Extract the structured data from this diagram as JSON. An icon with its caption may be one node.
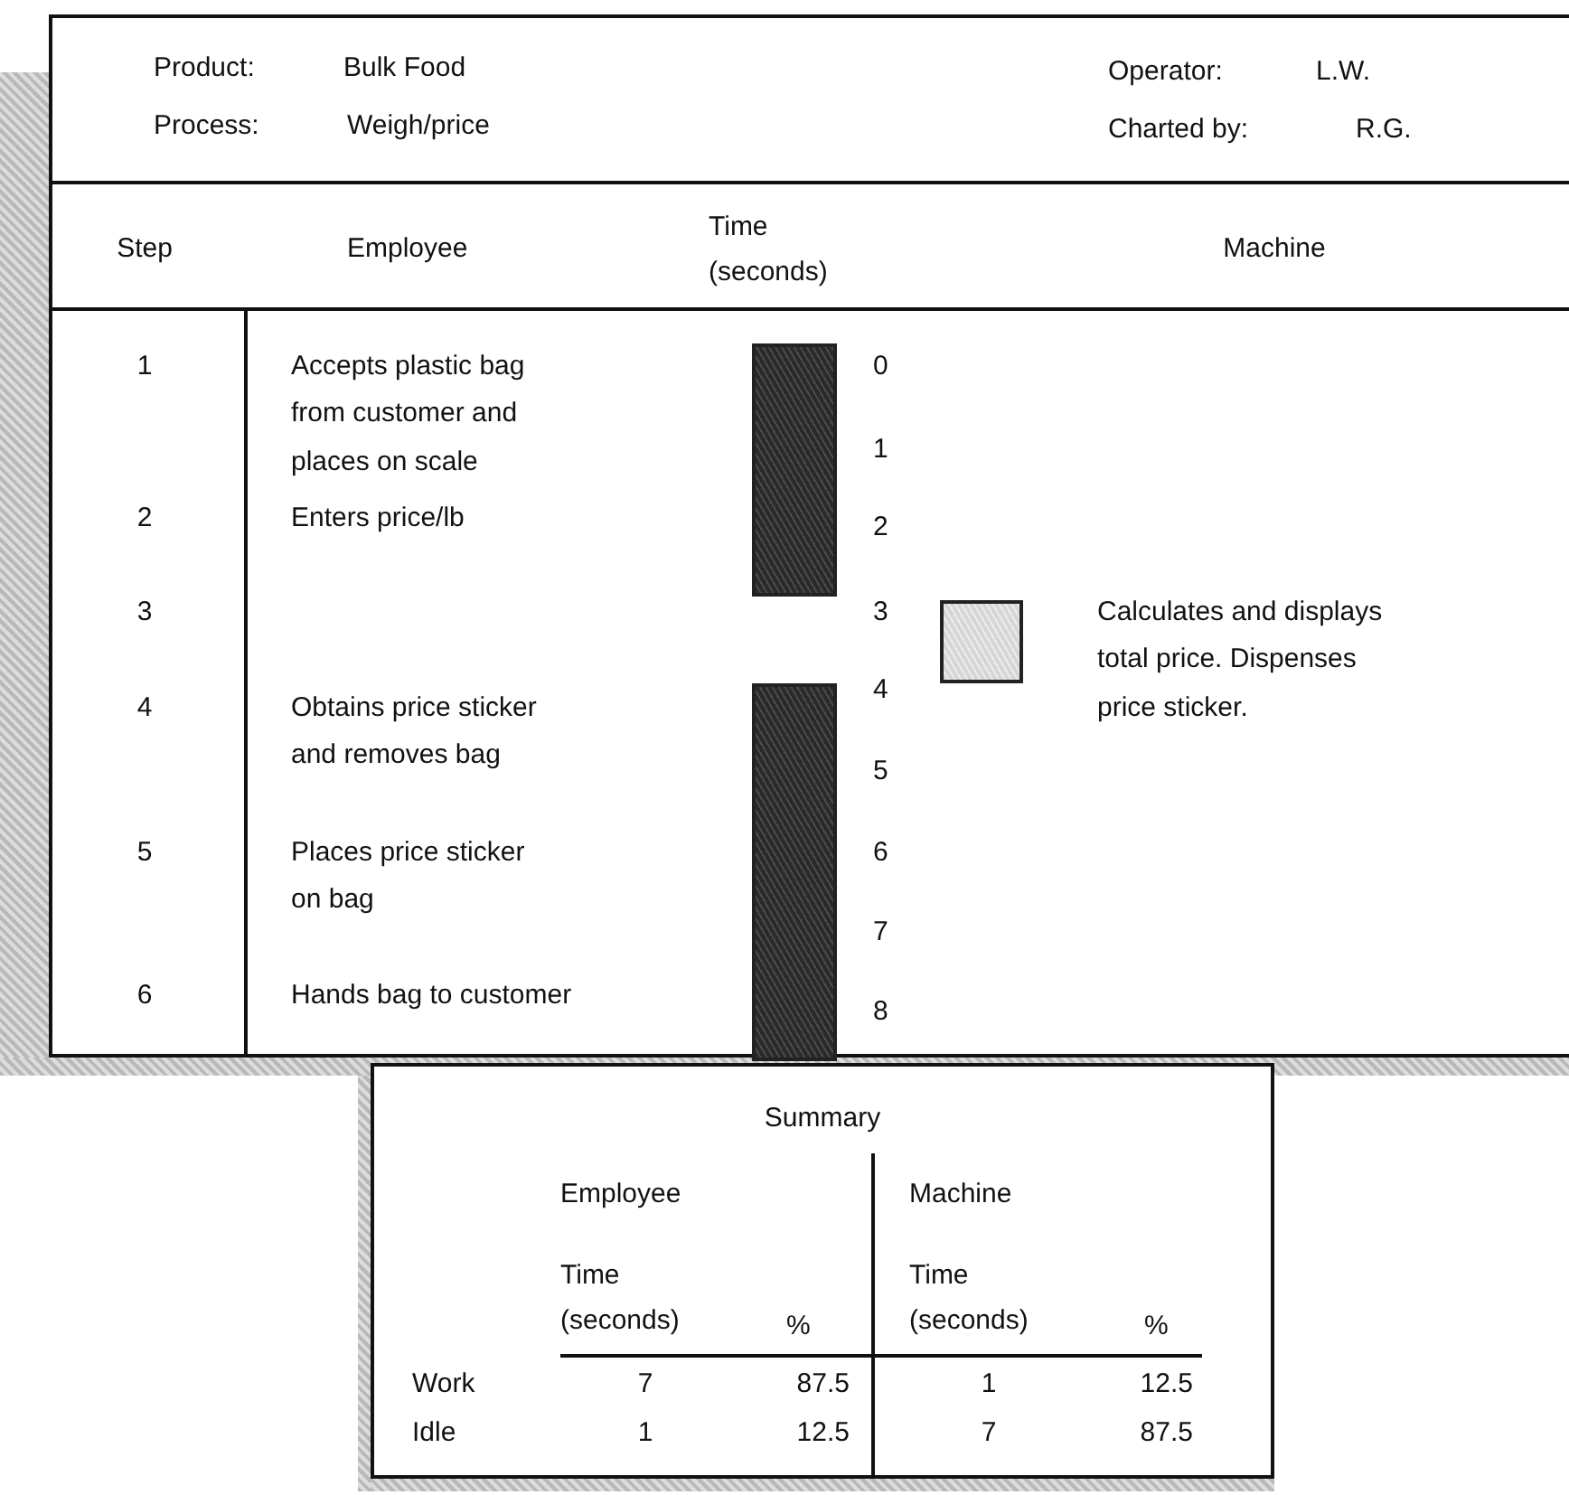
{
  "diagram": {
    "nodes": [
      {
        "text": [],
        "shape": "bar"
      },
      {
        "text": [],
        "shape": "box"
      },
      {
        "text": [],
        "shape": "bar"
      }
    ],
    "labels": [
      "Product:",
      "Bulk Food",
      "Operator:",
      "L.W.",
      "Process:",
      "Weigh/price",
      "Charted by:",
      "R.G.",
      "Step",
      "Employee",
      "Time (seconds)",
      "Machine",
      "1",
      "Accepts plastic bag from customer and places on scale",
      "0",
      "1",
      "2",
      "Enters price/lb",
      "2",
      "3",
      "3",
      "Calculates and displays total price. Dispenses price sticker.",
      "4",
      "Obtains price sticker and removes bag",
      "4",
      "5",
      "5",
      "Places price sticker on bag",
      "6",
      "7",
      "6",
      "Hands bag to customer",
      "8",
      "Summary",
      "Employee",
      "Machine",
      "Time (seconds)",
      "%",
      "Time (seconds)",
      "%",
      "Work",
      "7",
      "87.5",
      "1",
      "12.5",
      "Idle",
      "1",
      "12.5",
      "7",
      "87.5"
    ]
  }
}
